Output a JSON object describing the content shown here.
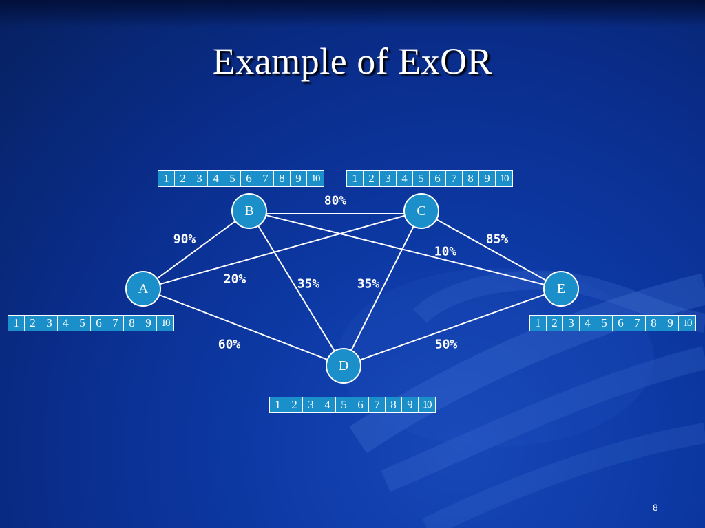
{
  "slide": {
    "title": "Example of ExOR",
    "page_number": "8"
  },
  "nodes": {
    "a": "A",
    "b": "B",
    "c": "C",
    "d": "D",
    "e": "E"
  },
  "edges": {
    "a_b": "90%",
    "b_c": "80%",
    "a_c": "20%",
    "b_e": "10%",
    "b_d": "35%",
    "c_d": "35%",
    "c_e": "85%",
    "a_d": "60%",
    "d_e": "50%"
  },
  "buffer_cells": [
    "1",
    "2",
    "3",
    "4",
    "5",
    "6",
    "7",
    "8",
    "9",
    "10"
  ],
  "colors": {
    "background": "#0d3aa6",
    "node_fill": "#1b8fc9",
    "line": "#ffffff",
    "text": "#ffffff"
  }
}
